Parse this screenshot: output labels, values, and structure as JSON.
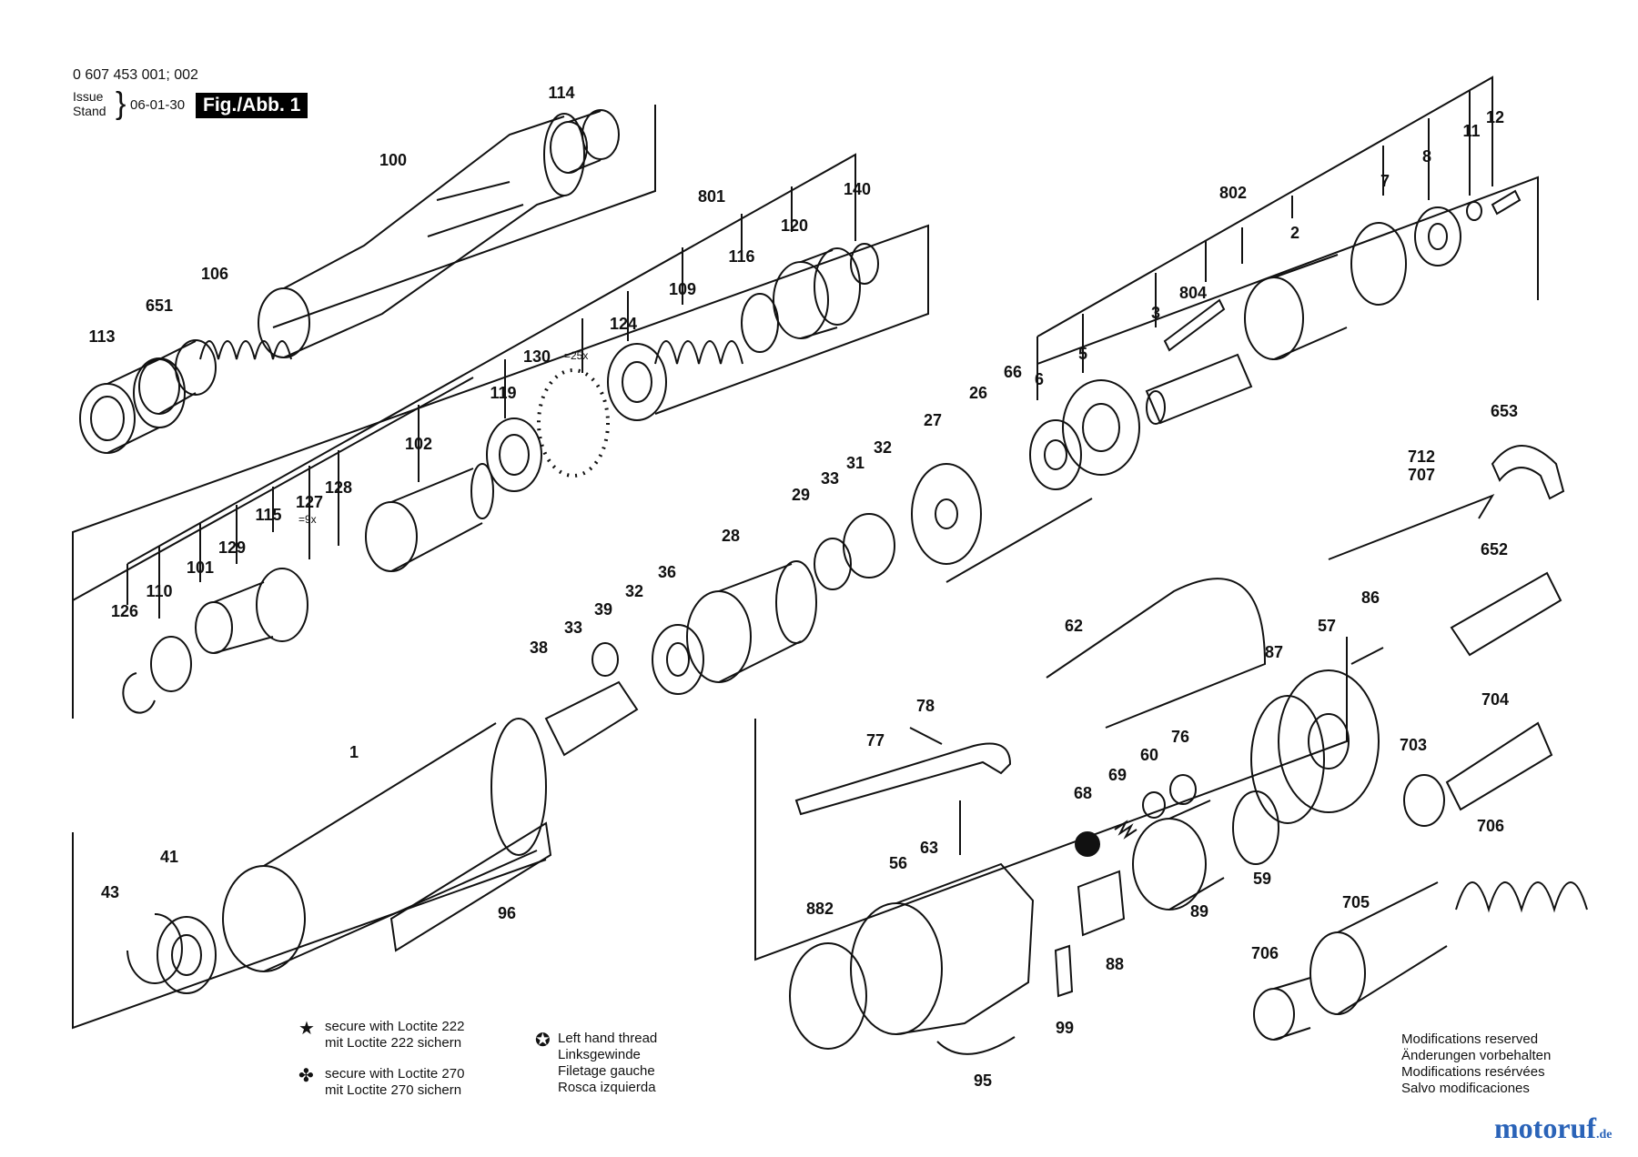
{
  "header": {
    "part_number": "0 607 453 001; 002",
    "issue_line1": "Issue",
    "issue_line2": "Stand",
    "issue_date": "06-01-30",
    "figure_label": "Fig./Abb. 1"
  },
  "callouts": [
    {
      "id": "c114",
      "label": "114"
    },
    {
      "id": "c100",
      "label": "100"
    },
    {
      "id": "c801",
      "label": "801"
    },
    {
      "id": "c140",
      "label": "140"
    },
    {
      "id": "c120",
      "label": "120"
    },
    {
      "id": "c116",
      "label": "116"
    },
    {
      "id": "c106",
      "label": "106"
    },
    {
      "id": "c651",
      "label": "651"
    },
    {
      "id": "c113",
      "label": "113"
    },
    {
      "id": "c109",
      "label": "109"
    },
    {
      "id": "c124",
      "label": "124"
    },
    {
      "id": "c130",
      "label": "130"
    },
    {
      "id": "c119",
      "label": "119"
    },
    {
      "id": "c102",
      "label": "102"
    },
    {
      "id": "c128",
      "label": "128"
    },
    {
      "id": "c127",
      "label": "127"
    },
    {
      "id": "c115",
      "label": "115"
    },
    {
      "id": "c129",
      "label": "129"
    },
    {
      "id": "c101",
      "label": "101"
    },
    {
      "id": "c110",
      "label": "110"
    },
    {
      "id": "c126",
      "label": "126"
    },
    {
      "id": "c802",
      "label": "802"
    },
    {
      "id": "c7",
      "label": "7"
    },
    {
      "id": "c8",
      "label": "8"
    },
    {
      "id": "c11",
      "label": "11"
    },
    {
      "id": "c12",
      "label": "12"
    },
    {
      "id": "c2",
      "label": "2"
    },
    {
      "id": "c804",
      "label": "804"
    },
    {
      "id": "c3",
      "label": "3"
    },
    {
      "id": "c5",
      "label": "5"
    },
    {
      "id": "c6",
      "label": "6"
    },
    {
      "id": "c66",
      "label": "66"
    },
    {
      "id": "c26",
      "label": "26"
    },
    {
      "id": "c27",
      "label": "27"
    },
    {
      "id": "c32a",
      "label": "32"
    },
    {
      "id": "c31",
      "label": "31"
    },
    {
      "id": "c33a",
      "label": "33"
    },
    {
      "id": "c29",
      "label": "29"
    },
    {
      "id": "c28",
      "label": "28"
    },
    {
      "id": "c36",
      "label": "36"
    },
    {
      "id": "c32b",
      "label": "32"
    },
    {
      "id": "c39",
      "label": "39"
    },
    {
      "id": "c33b",
      "label": "33"
    },
    {
      "id": "c38",
      "label": "38"
    },
    {
      "id": "c1",
      "label": "1"
    },
    {
      "id": "c41",
      "label": "41"
    },
    {
      "id": "c43",
      "label": "43"
    },
    {
      "id": "c96",
      "label": "96"
    },
    {
      "id": "c653",
      "label": "653"
    },
    {
      "id": "c712",
      "label": "712"
    },
    {
      "id": "c707",
      "label": "707"
    },
    {
      "id": "c652",
      "label": "652"
    },
    {
      "id": "c62",
      "label": "62"
    },
    {
      "id": "c86",
      "label": "86"
    },
    {
      "id": "c57",
      "label": "57"
    },
    {
      "id": "c87",
      "label": "87"
    },
    {
      "id": "c704",
      "label": "704"
    },
    {
      "id": "c703",
      "label": "703"
    },
    {
      "id": "c78",
      "label": "78"
    },
    {
      "id": "c77",
      "label": "77"
    },
    {
      "id": "c76",
      "label": "76"
    },
    {
      "id": "c60",
      "label": "60"
    },
    {
      "id": "c69",
      "label": "69"
    },
    {
      "id": "c68",
      "label": "68"
    },
    {
      "id": "c63",
      "label": "63"
    },
    {
      "id": "c56",
      "label": "56"
    },
    {
      "id": "c706a",
      "label": "706"
    },
    {
      "id": "c59",
      "label": "59"
    },
    {
      "id": "c89",
      "label": "89"
    },
    {
      "id": "c705",
      "label": "705"
    },
    {
      "id": "c882",
      "label": "882"
    },
    {
      "id": "c88",
      "label": "88"
    },
    {
      "id": "c706b",
      "label": "706"
    },
    {
      "id": "c99",
      "label": "99"
    },
    {
      "id": "c95",
      "label": "95"
    }
  ],
  "qty_130": "=25x",
  "qty_127": "=9x",
  "notes": {
    "loctite222_line1": "secure with Loctite 222",
    "loctite222_line2": "mit Loctite 222 sichern",
    "loctite270_line1": "secure with Loctite 270",
    "loctite270_line2": "mit Loctite 270 sichern",
    "lefthand": [
      "Left hand thread",
      "Linksgewinde",
      "Filetage gauche",
      "Rosca izquierda"
    ]
  },
  "modifications": [
    "Modifications reserved",
    "Änderungen vorbehalten",
    "Modifications resérvées",
    "Salvo modificaciones"
  ],
  "watermark": {
    "brand": "motoruf",
    "tld": ".de"
  },
  "colors": {
    "ink": "#111111",
    "watermark": "#2a63b8"
  }
}
